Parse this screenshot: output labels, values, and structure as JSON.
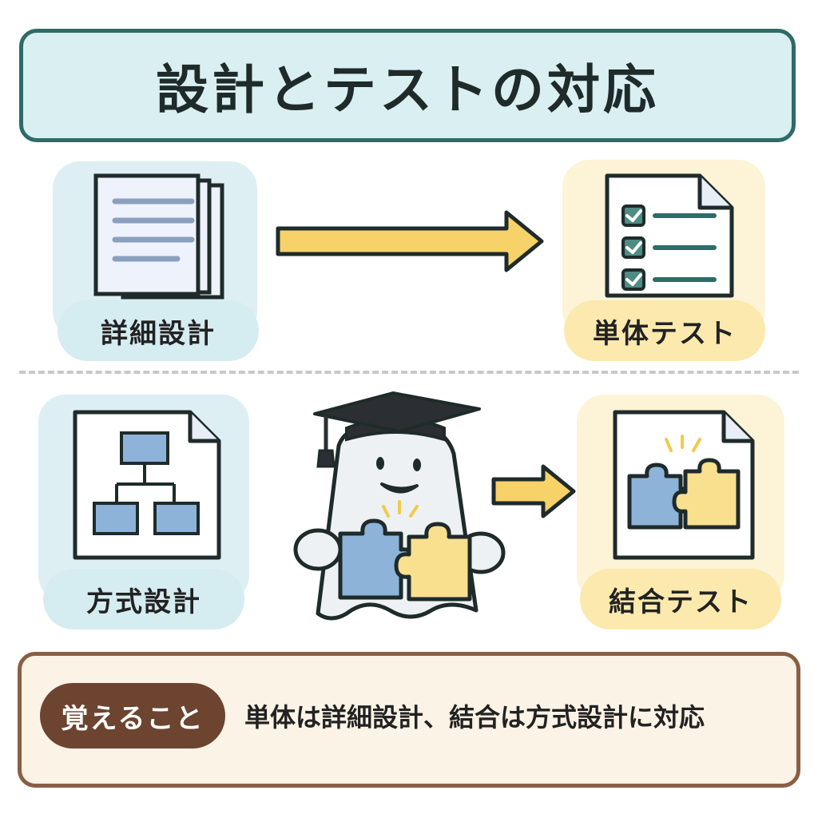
{
  "title": "設計とテストの対応",
  "rows": [
    {
      "design_label": "詳細設計",
      "test_label": "単体テスト"
    },
    {
      "design_label": "方式設計",
      "test_label": "結合テスト"
    }
  ],
  "summary": {
    "badge": "覚えること",
    "text": "単体は詳細設計、結合は方式設計に対応"
  },
  "icons": {
    "detail_design": "document-lines-icon",
    "unit_test": "checklist-document-icon",
    "architecture_design": "hierarchy-diagram-document-icon",
    "integration_test": "puzzle-document-icon",
    "mascot": "graduate-ghost-puzzle-icon"
  },
  "colors": {
    "title_border": "#2f6b68",
    "title_bg": "#d9eff1",
    "blue_card": "#ddeff3",
    "yellow_card": "#fdf3d6",
    "arrow": "#f7d269",
    "summary_border": "#8a5e45",
    "summary_badge": "#6d4430"
  }
}
